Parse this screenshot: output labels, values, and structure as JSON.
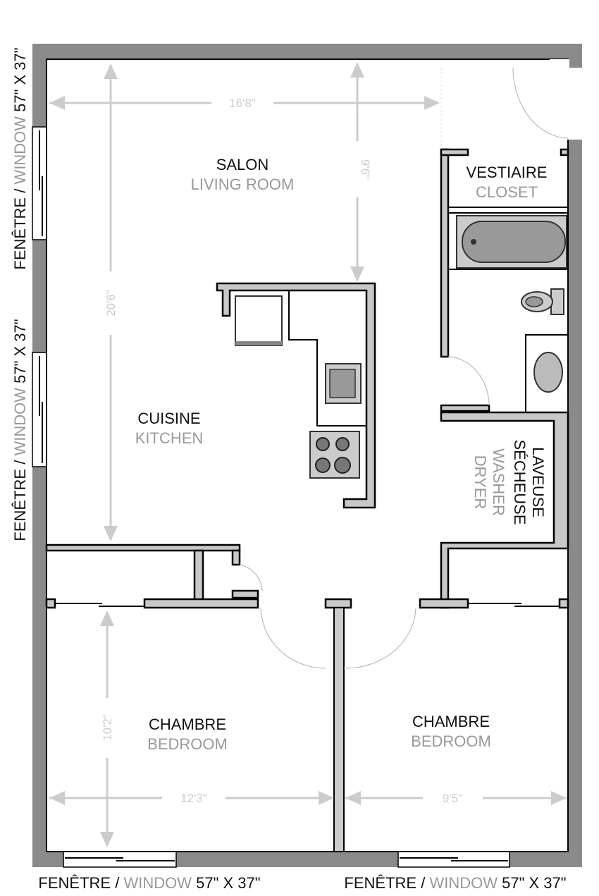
{
  "rooms": {
    "living": {
      "fr": "SALON",
      "en": "LIVING ROOM"
    },
    "closet": {
      "fr": "VESTIAIRE",
      "en": "CLOSET"
    },
    "kitchen": {
      "fr": "CUISINE",
      "en": "KITCHEN"
    },
    "laundry": {
      "fr1": "LAVEUSE",
      "fr2": "SÉCHEUSE",
      "en1": "WASHER",
      "en2": "DRYER"
    },
    "bedroom_left": {
      "fr": "CHAMBRE",
      "en": "BEDROOM"
    },
    "bedroom_right": {
      "fr": "CHAMBRE",
      "en": "BEDROOM"
    }
  },
  "dimensions": {
    "living_width": "16'8\"",
    "living_depth": "9'6\"",
    "kitchen_living_depth": "20'6\"",
    "bedroom_left_depth": "10'2\"",
    "bedroom_left_width": "12'3\"",
    "bedroom_right_width": "9'5\""
  },
  "windows": {
    "fr": "FENÊTRE",
    "sep": " / ",
    "en": "WINDOW",
    "size": " 57\" X 37\""
  },
  "colors": {
    "wall": "#8a8a8a",
    "partition": "#c8c8c8",
    "dimension": "#cccccc",
    "english_label": "#999999"
  }
}
